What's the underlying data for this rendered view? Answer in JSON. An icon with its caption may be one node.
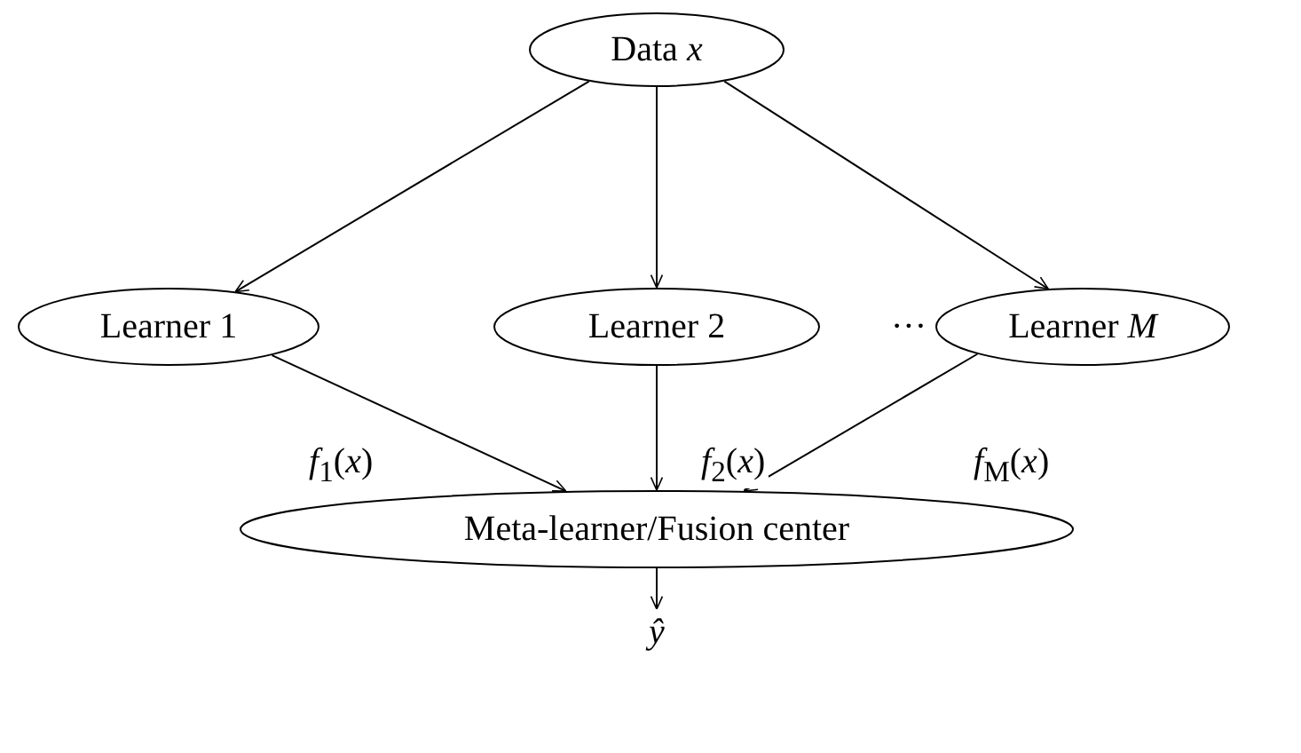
{
  "diagram": {
    "nodes": [
      {
        "text": [
          "Data *x*"
        ]
      },
      {
        "text": [
          "Learner 1"
        ]
      },
      {
        "text": [
          "Learner 2"
        ]
      },
      {
        "text": [
          "Learner *M*"
        ]
      },
      {
        "text": [
          "Meta-learner/Fusion center"
        ]
      },
      {
        "text": [
          "*ŷ*"
        ]
      }
    ],
    "edges": [
      {
        "from": 0,
        "to": 1,
        "arrow": "to"
      },
      {
        "from": 0,
        "to": 2,
        "arrow": "to"
      },
      {
        "from": 0,
        "to": 3,
        "arrow": "to"
      },
      {
        "from": 1,
        "to": 4,
        "arrow": "to",
        "label": "*f*$_{1}$(*x*)"
      },
      {
        "from": 2,
        "to": 4,
        "arrow": "to",
        "label": "*f*$_{2}$(*x*)"
      },
      {
        "from": 3,
        "to": 4,
        "arrow": "to",
        "label": "*f*$_{M}$(*x*)"
      },
      {
        "from": 4,
        "to": 5,
        "arrow": "to"
      }
    ],
    "labels": [
      "···"
    ]
  }
}
